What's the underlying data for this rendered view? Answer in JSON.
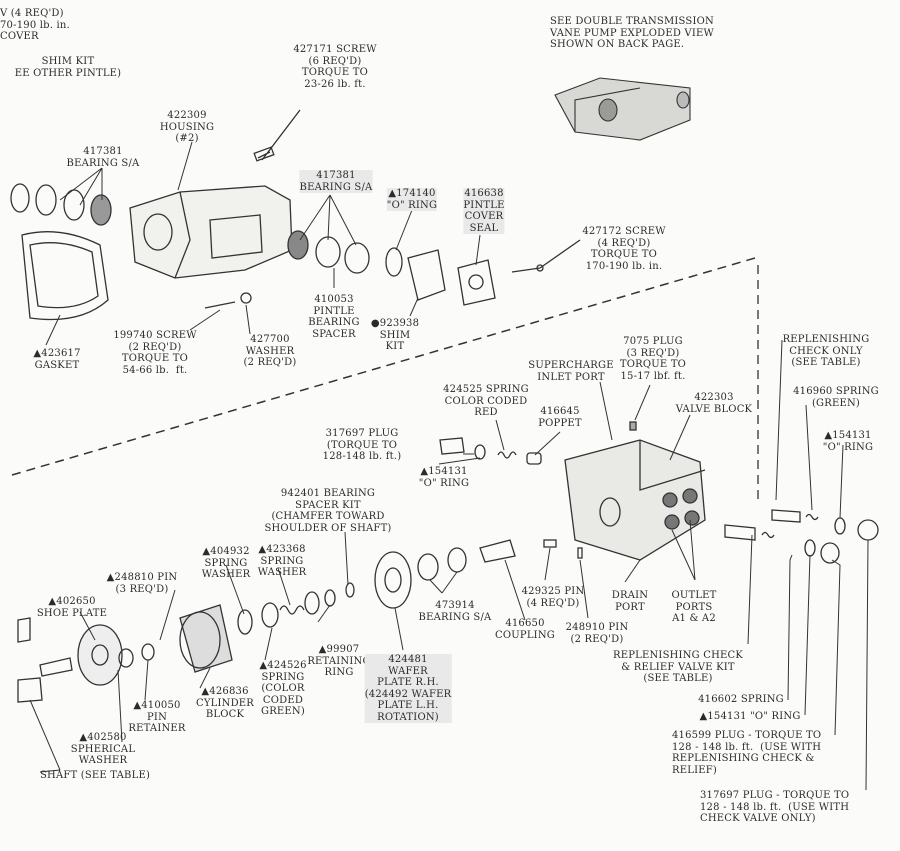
{
  "labels": {
    "top_left_fragment": "V (4 REQ'D)\n70-190 lb. in.\nCOVER",
    "shim_kit_top": "SHIM KIT\nEE OTHER PINTLE)",
    "screw_427171": "427171 SCREW\n(6 REQ'D)\nTORQUE TO\n23-26 lb. ft.",
    "note_double_pump": "SEE DOUBLE TRANSMISSION\nVANE PUMP EXPLODED VIEW\nSHOWN ON BACK PAGE.",
    "housing_422309": "422309\nHOUSING\n(#2)",
    "bearing_417381_left": "417381\nBEARING S/A",
    "bearing_417381_mid": "417381\nBEARING S/A",
    "oring_174140": "▲174140\n\"O\" RING",
    "seal_416638": "416638\nPINTLE\nCOVER\nSEAL",
    "screw_427172": "427172 SCREW\n(4 REQ'D)\nTORQUE TO\n170-190 lb. in.",
    "spacer_410053": "410053\nPINTLE\nBEARING\nSPACER",
    "shim_923938": "●923938\nSHIM\nKIT",
    "screw_199740": "199740 SCREW\n(2 REQ'D)\nTORQUE TO\n54-66 lb.  ft.",
    "washer_427700": "427700\nWASHER\n(2 REQ'D)",
    "gasket_423617": "▲423617\nGASKET",
    "replenishing_check_only": "REPLENISHING\nCHECK ONLY\n(SEE TABLE)",
    "plug_7075": "7075 PLUG\n(3 REQ'D)\nTORQUE TO\n15-17 lbf. ft.",
    "supercharge_inlet": "SUPERCHARGE\nINLET PORT",
    "spring_424525": "424525 SPRING\nCOLOR CODED\nRED",
    "valve_block_422303": "422303\nVALVE BLOCK",
    "spring_416960": "416960 SPRING\n(GREEN)",
    "poppet_416645": "416645\nPOPPET",
    "plug_317697_top": "317697 PLUG\n(TORQUE TO\n128-148 lb. ft.)",
    "oring_154131_right": "▲154131\n\"O\" RING",
    "oring_154131_left": "▲154131\n\"O\" RING",
    "spacer_kit_942401": "942401 BEARING\nSPACER KIT\n(CHAMFER TOWARD\nSHOULDER OF SHAFT)",
    "spring_washer_404932": "▲404932\nSPRING\nWASHER",
    "spring_washer_423368": "▲423368\nSPRING\nWASHER",
    "pin_248810": "▲248810 PIN\n(3 REQ'D)",
    "pin_429325": "429325 PIN\n(4 REQ'D)",
    "drain_port": "DRAIN\nPORT",
    "outlet_ports": "OUTLET\nPORTS\nA1 & A2",
    "shoe_plate_402650": "▲402650\nSHOE PLATE",
    "bearing_473914": "473914\nBEARING S/A",
    "coupling_416650": "416650\nCOUPLING",
    "pin_248910": "248910 PIN\n(2 REQ'D)",
    "retaining_ring_99907": "▲99907\nRETAINING\nRING",
    "replenishing_kit": "REPLENISHING CHECK\n& RELIEF VALVE KIT\n(SEE TABLE)",
    "wafer_plate_424481": "424481\nWAFER\nPLATE R.H.\n(424492 WAFER\nPLATE L.H.\nROTATION)",
    "spring_424526": "▲424526\nSPRING\n(COLOR\nCODED\nGREEN)",
    "cylinder_block_426836": "▲426836\nCYLINDER\nBLOCK",
    "pin_retainer_410050": "▲410050\nPIN\nRETAINER",
    "spring_416602": "416602 SPRING",
    "oring_154131_bottom": "▲154131 \"O\" RING",
    "spherical_washer_402580": "▲402580\nSPHERICAL\nWASHER",
    "plug_416599": "416599 PLUG - TORQUE TO\n128 - 148 lb. ft.  (USE WITH\nREPLENISHING CHECK &\nRELIEF)",
    "shaft": "SHAFT (SEE TABLE)",
    "plug_317697_bottom": "317697 PLUG - TORQUE TO\n128 - 148 lb. ft.  (USE WITH\nCHECK VALVE ONLY)"
  }
}
